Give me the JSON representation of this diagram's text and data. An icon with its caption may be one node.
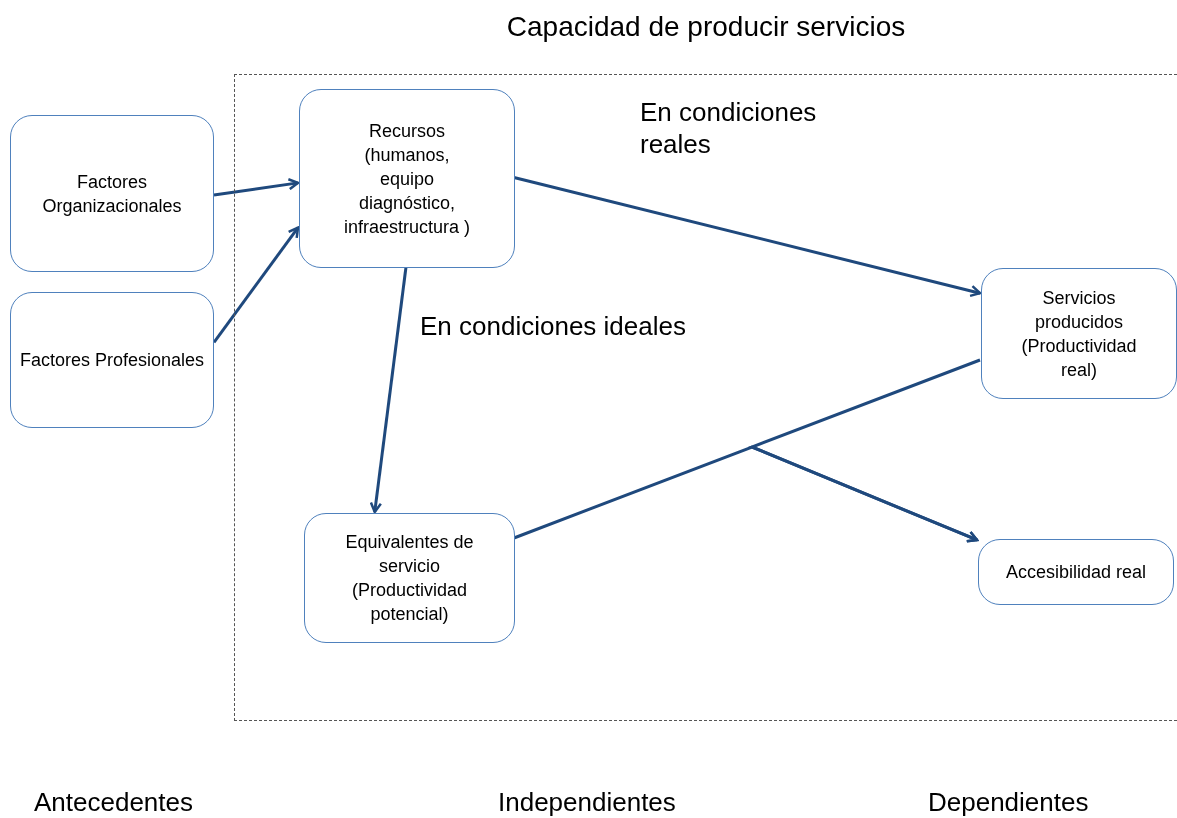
{
  "diagram": {
    "nodes": [
      {
        "text": [
          "Capacidad de producir servicios"
        ]
      },
      {
        "text": [
          "Factores Organizacionales"
        ]
      },
      {
        "text": [
          "Factores Profesionales"
        ]
      },
      {
        "text": [
          "Recursos (humanos, equipo diagnóstico, infraestructura )"
        ],
        "in": 0
      },
      {
        "text": [
          "Equivalentes de servicio (Productividad potencial)"
        ],
        "in": 0
      },
      {
        "text": [
          "Servicios producidos (Productividad real)"
        ],
        "in": 0
      },
      {
        "text": [
          "Accesibilidad real"
        ],
        "in": 0
      }
    ],
    "edges": [
      {
        "from": 1,
        "to": 3,
        "arrow": "to"
      },
      {
        "from": 2,
        "to": 3,
        "arrow": "to"
      },
      {
        "from": 3,
        "to": 5,
        "arrow": "to"
      },
      {
        "from": 3,
        "to": 4,
        "arrow": "to"
      },
      {
        "from": 4,
        "to": 6,
        "arrow": "to"
      },
      {
        "from": 5,
        "to": 6,
        "arrow": "to"
      }
    ],
    "labels": [
      "En condiciones reales",
      "En condiciones ideales",
      "Antecedentes",
      "Independientes",
      "Dependientes"
    ]
  }
}
